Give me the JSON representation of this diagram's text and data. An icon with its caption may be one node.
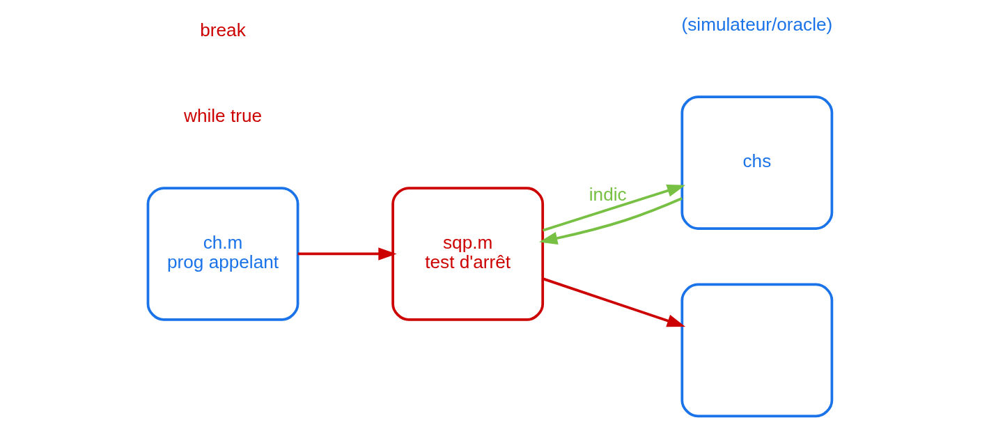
{
  "diagram": {
    "nodes": [
      {
        "text": [
          "ch.m",
          "prog appelant"
        ]
      },
      {
        "text": [
          "sqp.m",
          "test d'arrêt"
        ]
      },
      {
        "text": [
          "chs"
        ]
      },
      {
        "text": [],
        "shape": "box"
      }
    ],
    "edges": [
      {
        "from": 0,
        "to": 1,
        "arrow": "to",
        "color": "#cc0000"
      },
      {
        "from": 1,
        "to": 2,
        "arrow": "to",
        "label": "indic",
        "color": "#77c043"
      },
      {
        "from": 2,
        "to": 1,
        "arrow": "to",
        "color": "#77c043"
      },
      {
        "from": 1,
        "to": 3,
        "arrow": "to",
        "color": "#cc0000"
      }
    ],
    "labels": [
      "(simulateur/oracle)",
      "while true",
      "break"
    ]
  }
}
